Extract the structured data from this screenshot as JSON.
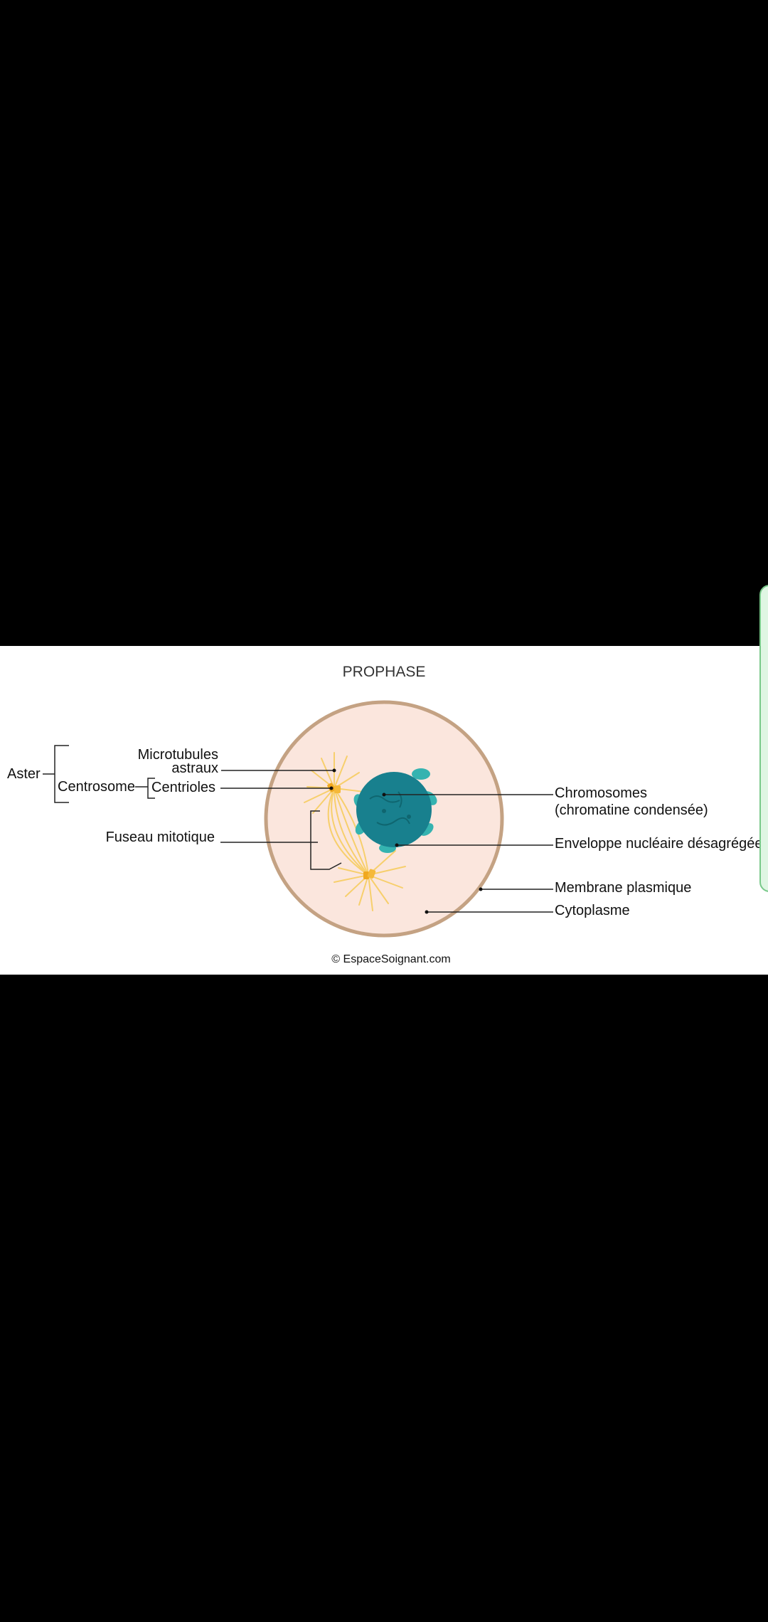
{
  "diagram": {
    "title": "PROPHASE",
    "credit": "© EspaceSoignant.com",
    "labels": {
      "aster": "Aster",
      "centrosome": "Centrosome",
      "microtubules_line1": "Microtubules",
      "microtubules_line2": "astraux",
      "centrioles": "Centrioles",
      "fuseau": "Fuseau mitotique",
      "chromosomes_line1": "Chromosomes",
      "chromosomes_line2": "(chromatine condensée)",
      "enveloppe": "Enveloppe nucléaire désagrégée",
      "membrane": "Membrane plasmique",
      "cytoplasme": "Cytoplasme"
    }
  },
  "colors": {
    "background": "#000000",
    "panel": "#ffffff",
    "cytoplasm": "#fbe6dd",
    "membrane": "#c4a283",
    "nucleus": "#18808e",
    "chromosome": "#35b3b0",
    "centriole": "#f0a81f",
    "microtubule": "#f7cf6c",
    "handle_fill": "#dff6e3",
    "handle_border": "#79c98a"
  },
  "icons": {
    "side_handle": "edge-panel-handle-icon"
  }
}
